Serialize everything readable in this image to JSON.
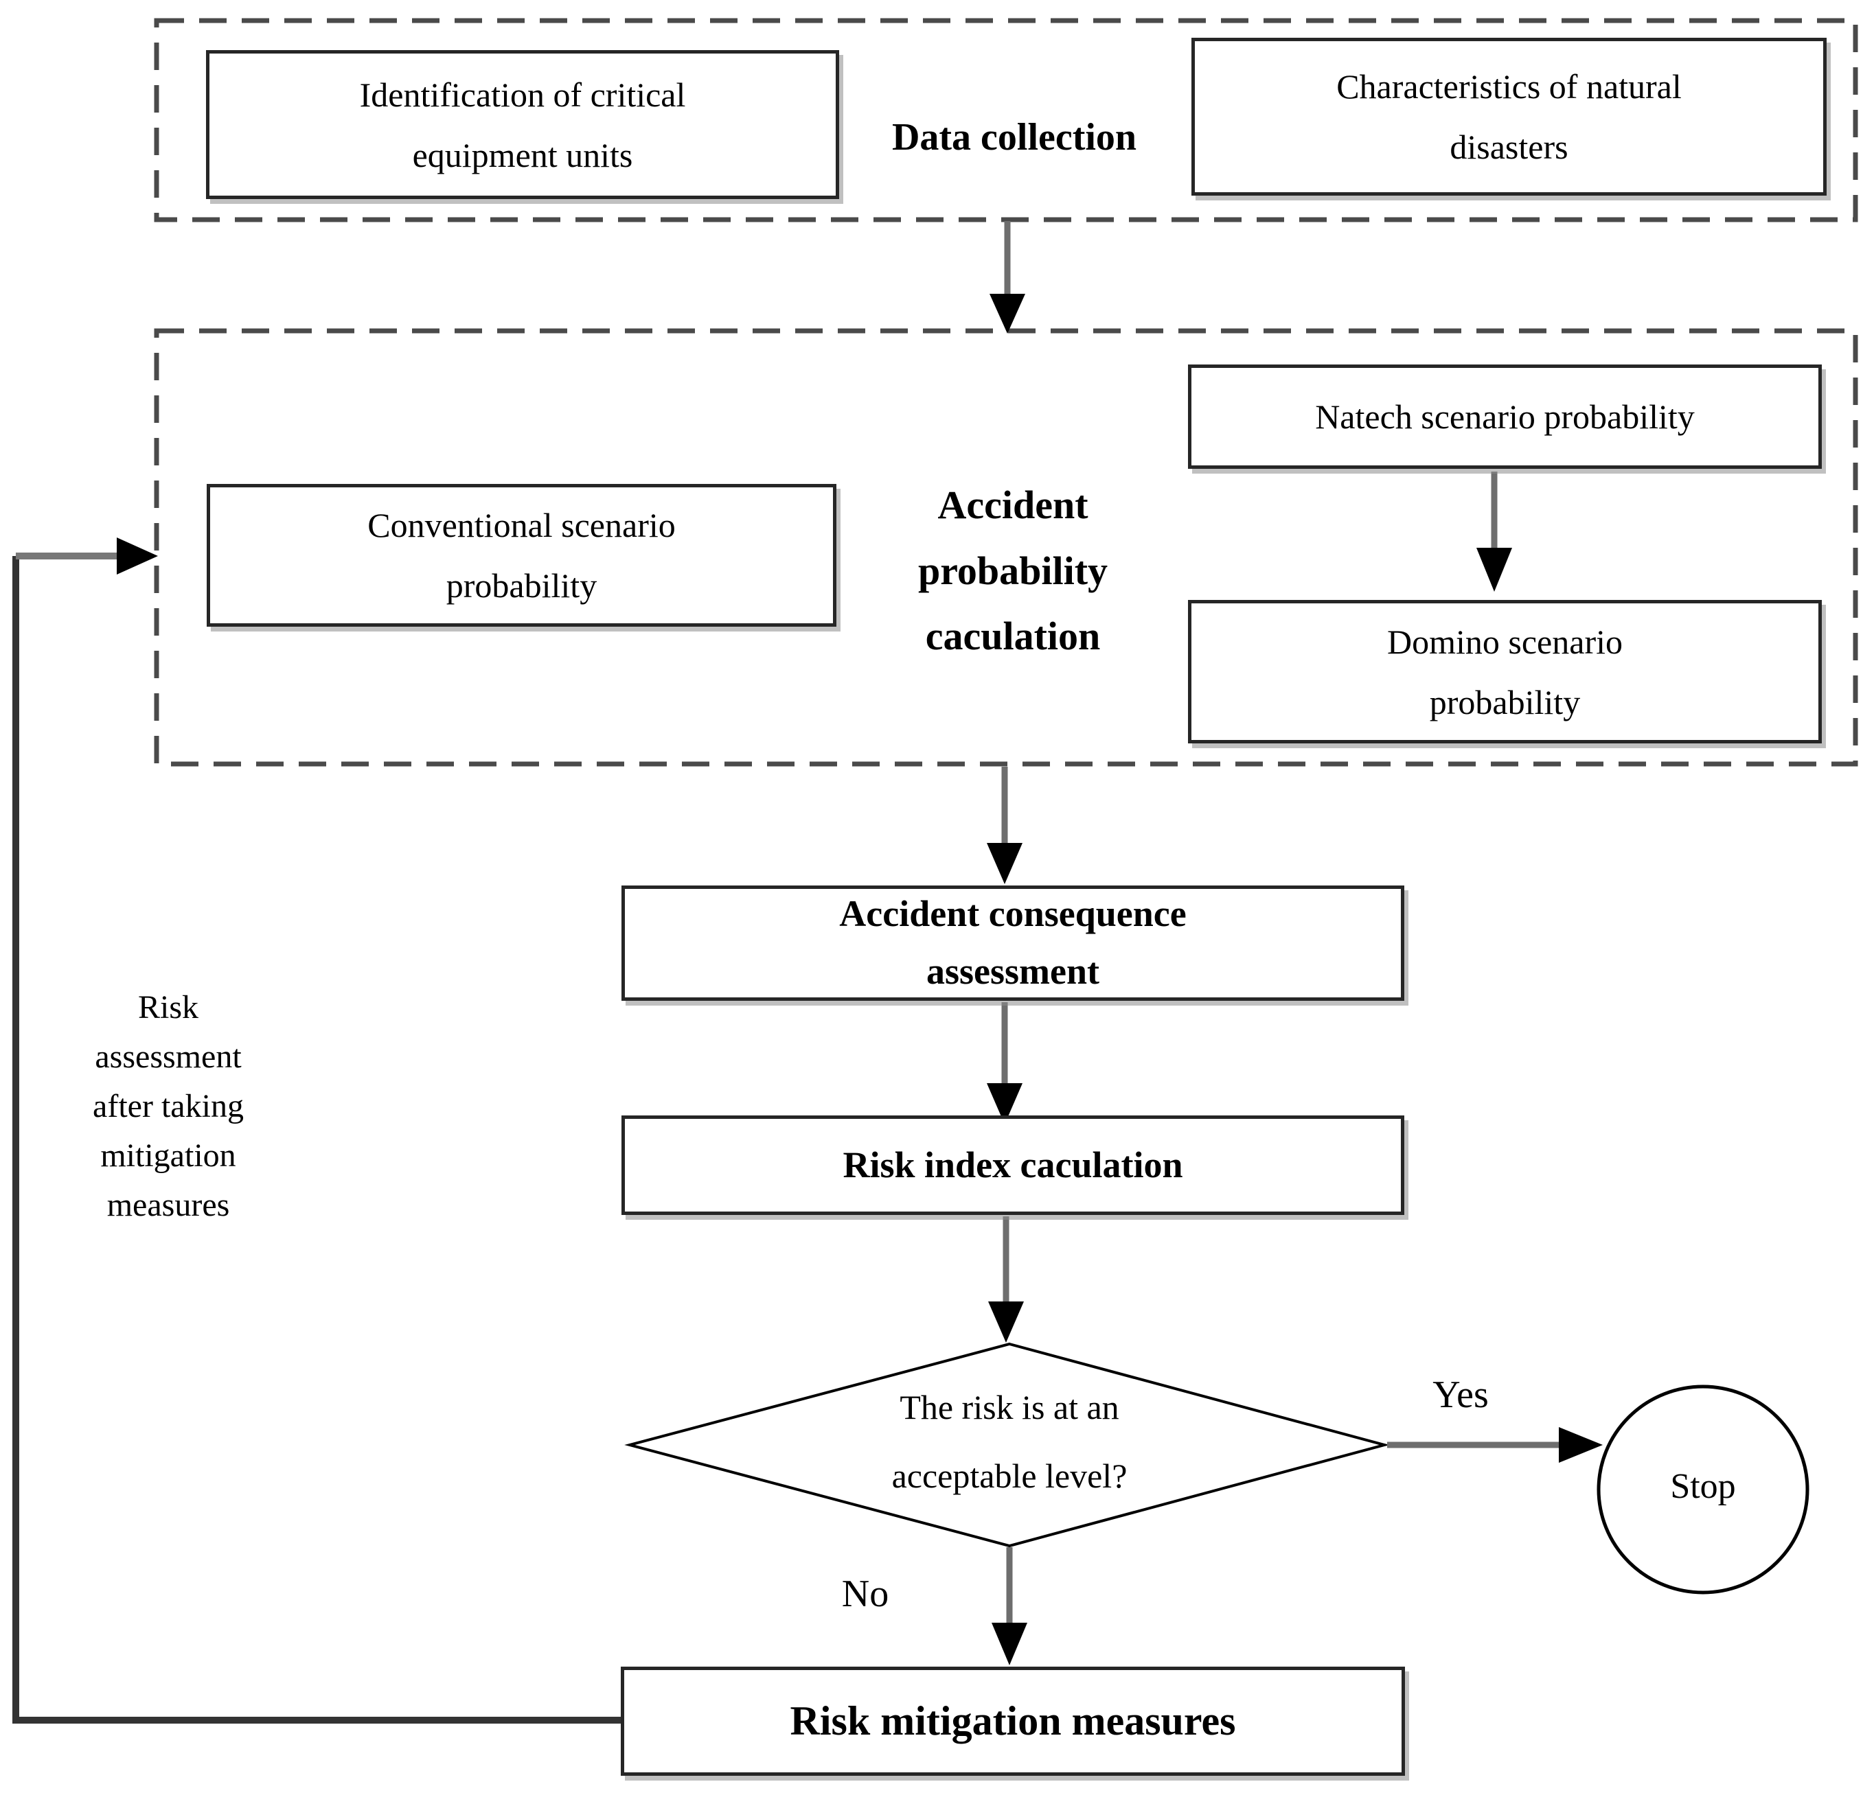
{
  "diagram": {
    "data_collection": {
      "container_label": "Data collection",
      "identification_box": "Identification of critical\nequipment units",
      "characteristics_box": "Characteristics of natural\ndisasters"
    },
    "probability": {
      "container_label": "Accident\nprobability\ncaculation",
      "conventional_box": "Conventional scenario\nprobability",
      "natech_box": "Natech scenario probability",
      "domino_box": "Domino scenario\nprobability"
    },
    "consequence_box": "Accident consequence\nassessment",
    "risk_index_box": "Risk index caculation",
    "decision": {
      "question": "The risk is at an\nacceptable level?",
      "yes_label": "Yes",
      "no_label": "No"
    },
    "stop_label": "Stop",
    "mitigation_box": "Risk mitigation measures",
    "feedback_label": "Risk\nassessment\nafter taking\nmitigation\nmeasures",
    "colors": {
      "arrow_shaft": "#6e6e6e",
      "arrow_head": "#000000",
      "dashed_border": "#4a4a4a",
      "box_border": "#262626",
      "feedback_line": "#333333"
    }
  }
}
